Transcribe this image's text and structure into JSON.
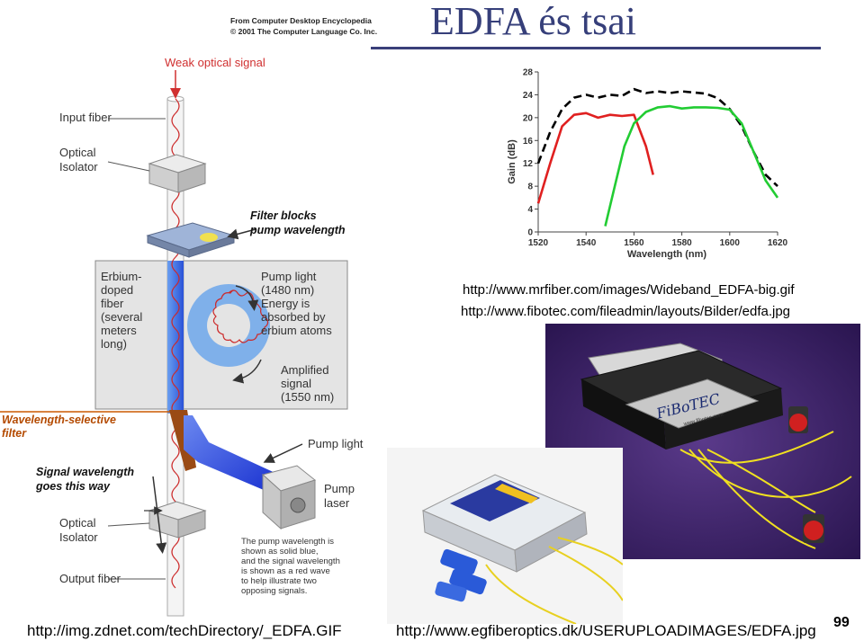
{
  "slide": {
    "title": "EDFA és tsai",
    "page_number": "99"
  },
  "diagram": {
    "copyright_line1": "From Computer Desktop Encyclopedia",
    "copyright_line2": "© 2001 The Computer Language Co. Inc.",
    "weak_signal": "Weak optical signal",
    "input_fiber": "Input fiber",
    "optical_isolator_top": [
      "Optical",
      "Isolator"
    ],
    "filter_blocks": [
      "Filter blocks",
      "pump wavelength"
    ],
    "erbium_doped": [
      "Erbium-",
      "doped",
      "fiber",
      "(several",
      "meters",
      "long)"
    ],
    "pump_light_box": [
      "Pump light",
      "(1480 nm)",
      "Energy is",
      "absorbed by",
      "erbium atoms"
    ],
    "amplified_signal": [
      "Amplified",
      "signal",
      "(1550 nm)"
    ],
    "wavelength_selective": [
      "Wavelength-selective",
      "filter"
    ],
    "pump_light": "Pump light",
    "signal_wavelength": [
      "Signal wavelength",
      "goes this way"
    ],
    "pump_laser": [
      "Pump",
      "laser"
    ],
    "optical_isolator_bottom": [
      "Optical",
      "Isolator"
    ],
    "output_fiber": "Output fiber",
    "note": [
      "The pump wavelength is",
      "shown as solid blue,",
      "and the signal wavelength",
      "is shown as a red wave",
      "to help illustrate two",
      "opposing signals."
    ]
  },
  "chart_data": {
    "type": "line",
    "xlabel": "Wavelength (nm)",
    "ylabel": "Gain (dB)",
    "xlim": [
      1520,
      1620
    ],
    "ylim": [
      0,
      28
    ],
    "x_ticks": [
      1520,
      1540,
      1560,
      1580,
      1600,
      1620
    ],
    "y_ticks": [
      0,
      4,
      8,
      12,
      16,
      20,
      24,
      28
    ],
    "grid": false,
    "series": [
      {
        "color": "#000000",
        "style": "dashed",
        "x": [
          1520,
          1525,
          1530,
          1535,
          1540,
          1545,
          1550,
          1555,
          1560,
          1565,
          1570,
          1575,
          1580,
          1585,
          1590,
          1595,
          1600,
          1605,
          1610,
          1615,
          1620
        ],
        "y": [
          12,
          17.5,
          21.5,
          23.5,
          24,
          23.5,
          24,
          23.8,
          25,
          24.3,
          24.6,
          24.3,
          24.6,
          24.4,
          24.2,
          23.4,
          21.5,
          18.5,
          14,
          10,
          8
        ]
      },
      {
        "color": "#e02020",
        "style": "solid",
        "x": [
          1520,
          1525,
          1530,
          1535,
          1540,
          1545,
          1550,
          1555,
          1560,
          1565,
          1568
        ],
        "y": [
          5,
          12,
          18.5,
          20.5,
          20.8,
          20,
          20.5,
          20.3,
          20.5,
          15,
          10
        ]
      },
      {
        "color": "#22cc33",
        "style": "solid",
        "x": [
          1548,
          1552,
          1556,
          1560,
          1565,
          1570,
          1575,
          1580,
          1585,
          1590,
          1595,
          1600,
          1605,
          1610,
          1615,
          1620
        ],
        "y": [
          1,
          8,
          15,
          19,
          21,
          21.8,
          22,
          21.6,
          21.8,
          21.8,
          21.7,
          21.4,
          19,
          14,
          9,
          6
        ]
      }
    ]
  },
  "urls": {
    "mrfiber": "http://www.mrfiber.com/images/Wideband_EDFA-big.gif",
    "fibotec": "http://www.fibotec.com/fileadmin/layouts/Bilder/edfa.jpg",
    "zdnet": "http://img.zdnet.com/techDirectory/_EDFA.GIF",
    "egfiber": "http://www.egfiberoptics.dk/USERUPLOADIMAGES/EDFA.jpg"
  },
  "photos": {
    "fibotec_logo": "FiBoTEC",
    "fibotec_site": "www.fibotec.com"
  }
}
